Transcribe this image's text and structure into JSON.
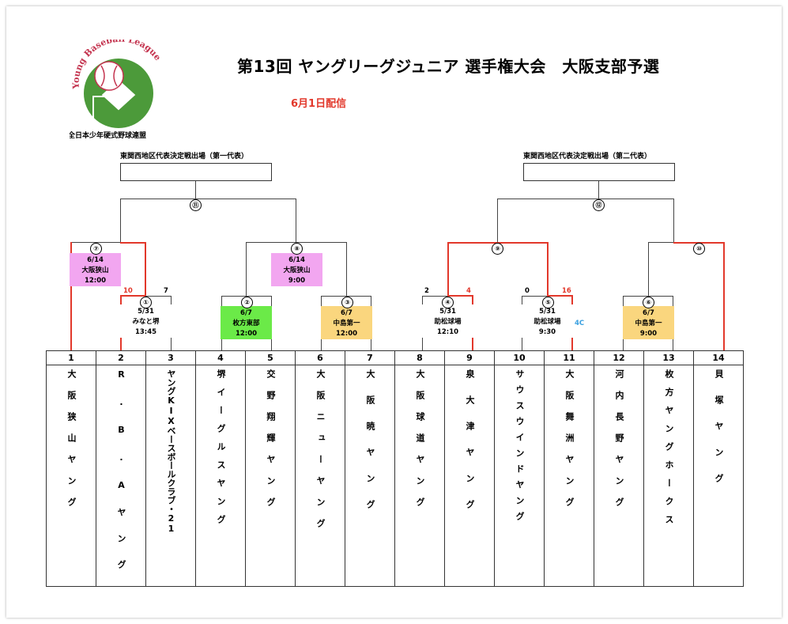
{
  "header": {
    "title": "第13回 ヤングリーグジュニア 選手権大会　大阪支部予選",
    "date_note": "6月1日配信",
    "logo_text": "Young Baseball League",
    "logo_org": "全日本少年硬式野球連盟"
  },
  "qualifiers": [
    {
      "label": "東関西地区代表決定戦出場（第一代表）"
    },
    {
      "label": "東関西地区代表決定戦出場（第二代表）"
    }
  ],
  "games": [
    {
      "no": "①",
      "date": "5/31",
      "venue": "みなと堺",
      "time": "13:45",
      "score_left": "10",
      "score_right": "7",
      "color": "#ffffff"
    },
    {
      "no": "②",
      "date": "6/7",
      "venue": "枚方東部",
      "time": "12:00",
      "color": "#6bea48"
    },
    {
      "no": "③",
      "date": "6/7",
      "venue": "中島第一",
      "time": "12:00",
      "color": "#fad67e"
    },
    {
      "no": "④",
      "date": "5/31",
      "venue": "助松球場",
      "time": "12:10",
      "score_left": "2",
      "score_right": "4",
      "color": "#ffffff"
    },
    {
      "no": "⑤",
      "date": "5/31",
      "venue": "助松球場",
      "time": "9:30",
      "score_left": "0",
      "score_right": "16",
      "note": "4C",
      "color": "#ffffff"
    },
    {
      "no": "⑥",
      "date": "6/7",
      "venue": "中島第一",
      "time": "9:00",
      "color": "#fad67e"
    },
    {
      "no": "⑦",
      "date": "6/14",
      "venue": "大阪狭山",
      "time": "12:00",
      "color": "#f2a6f0"
    },
    {
      "no": "⑧",
      "date": "6/14",
      "venue": "大阪狭山",
      "time": "9:00",
      "color": "#f2a6f0"
    },
    {
      "no": "⑨"
    },
    {
      "no": "⑩"
    },
    {
      "no": "⑪"
    },
    {
      "no": "⑫"
    }
  ],
  "teams": [
    {
      "no": "1",
      "name": "大阪狭山ヤング"
    },
    {
      "no": "2",
      "name": "R.B.Aヤング"
    },
    {
      "no": "3",
      "name": "ヤングKIXベースボールクラブ・21"
    },
    {
      "no": "4",
      "name": "堺イーグルスヤング"
    },
    {
      "no": "5",
      "name": "交野翔輝ヤング"
    },
    {
      "no": "6",
      "name": "大阪ニューヤング"
    },
    {
      "no": "7",
      "name": "大阪暁ヤング"
    },
    {
      "no": "8",
      "name": "大阪球道ヤング"
    },
    {
      "no": "9",
      "name": "泉大津ヤング"
    },
    {
      "no": "10",
      "name": "サウスウインドヤング"
    },
    {
      "no": "11",
      "name": "大阪舞洲ヤング"
    },
    {
      "no": "12",
      "name": "河内長野ヤング"
    },
    {
      "no": "13",
      "name": "枚方ヤングホークス"
    },
    {
      "no": "14",
      "name": "貝塚ヤング"
    }
  ]
}
